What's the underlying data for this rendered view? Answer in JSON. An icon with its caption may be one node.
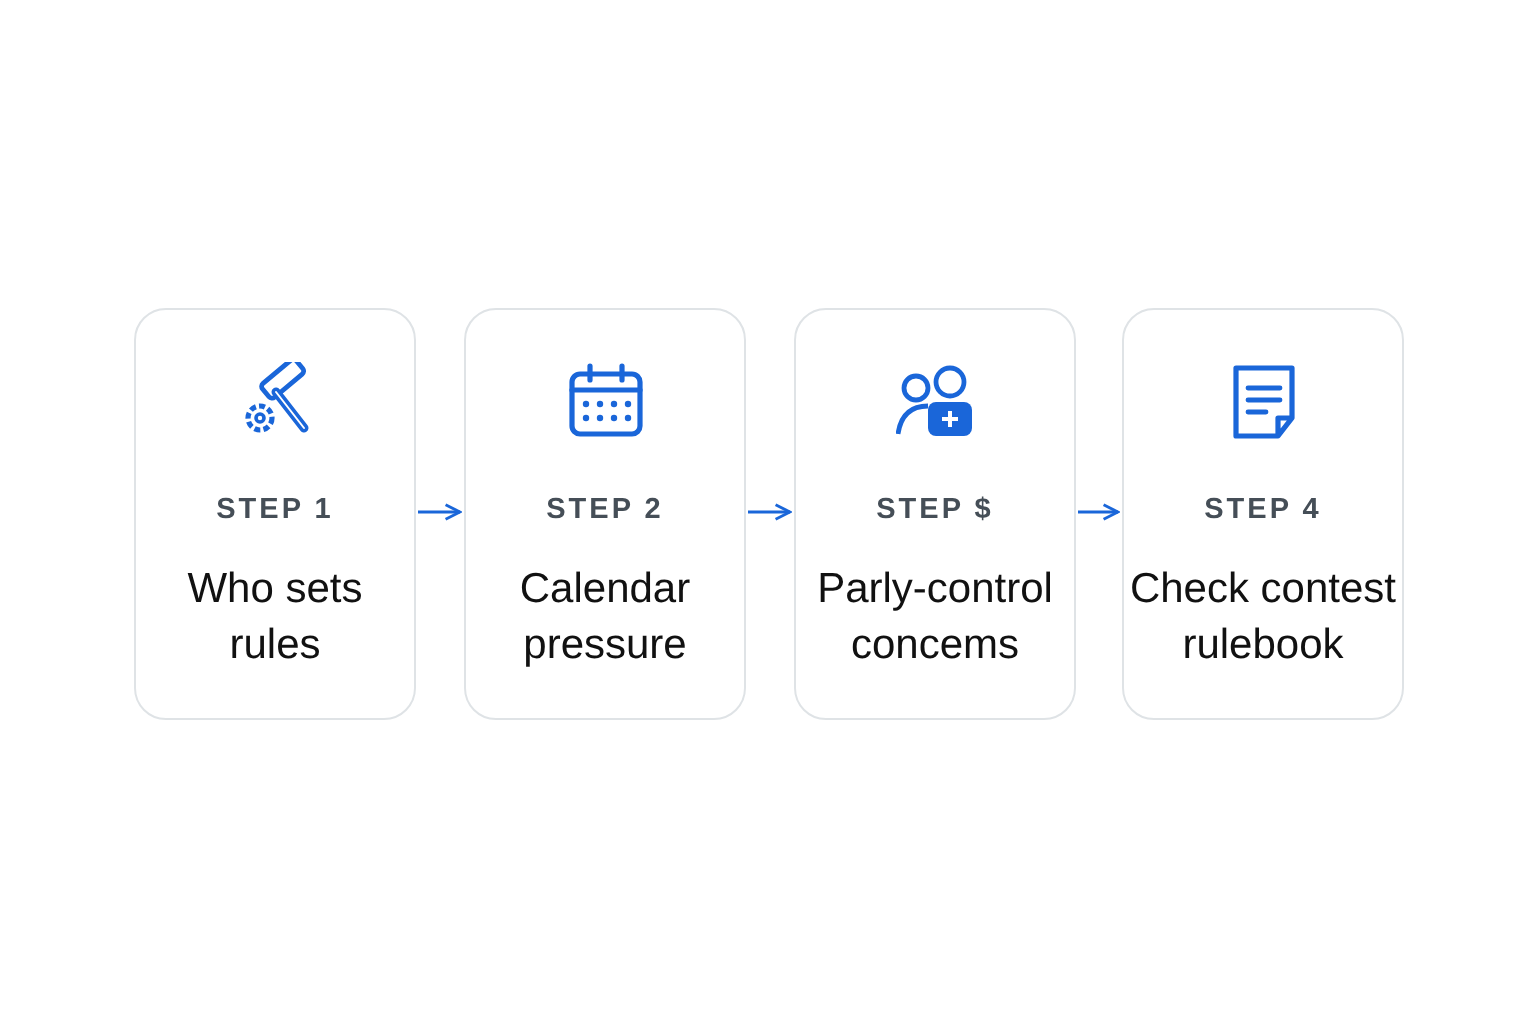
{
  "diagram": {
    "nodes": [
      {
        "text": [
          "STEP 1",
          "Who sets rules"
        ]
      },
      {
        "text": [
          "STEP 2",
          "Calendar pressure"
        ]
      },
      {
        "text": [
          "STEP $",
          "Parly-control concems"
        ]
      },
      {
        "text": [
          "STEP 4",
          "Check contest rulebook"
        ]
      }
    ],
    "edges": [
      {
        "from": 0,
        "to": 1,
        "arrow": "to"
      },
      {
        "from": 1,
        "to": 2,
        "arrow": "to"
      },
      {
        "from": 2,
        "to": 3,
        "arrow": "to"
      }
    ]
  }
}
